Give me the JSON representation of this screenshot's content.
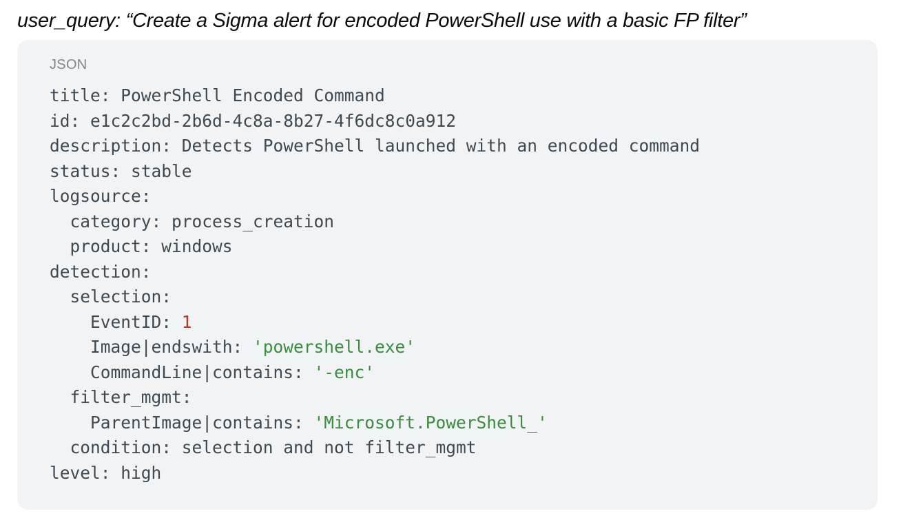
{
  "header": {
    "user_query": "user_query: “Create a Sigma alert for encoded PowerShell use with a basic FP filter”"
  },
  "code_block": {
    "language_label": "JSON",
    "colors": {
      "background": "#f1f3f4",
      "text": "#3e4a53",
      "label": "#80868b",
      "number": "#b3392b",
      "string": "#388e3c"
    },
    "lines": [
      {
        "segments": [
          {
            "text": "title: PowerShell Encoded Command",
            "type": "plain"
          }
        ]
      },
      {
        "segments": [
          {
            "text": "id: e1c2c2bd-2b6d-4c8a-8b27-4f6dc8c0a912",
            "type": "plain"
          }
        ]
      },
      {
        "segments": [
          {
            "text": "description: Detects PowerShell launched with an encoded command",
            "type": "plain"
          }
        ]
      },
      {
        "segments": [
          {
            "text": "status: stable",
            "type": "plain"
          }
        ]
      },
      {
        "segments": [
          {
            "text": "logsource:",
            "type": "plain"
          }
        ]
      },
      {
        "segments": [
          {
            "text": "  category: process_creation",
            "type": "plain"
          }
        ]
      },
      {
        "segments": [
          {
            "text": "  product: windows",
            "type": "plain"
          }
        ]
      },
      {
        "segments": [
          {
            "text": "detection:",
            "type": "plain"
          }
        ]
      },
      {
        "segments": [
          {
            "text": "  selection:",
            "type": "plain"
          }
        ]
      },
      {
        "segments": [
          {
            "text": "    EventID: ",
            "type": "plain"
          },
          {
            "text": "1",
            "type": "number"
          }
        ]
      },
      {
        "segments": [
          {
            "text": "    Image|endswith: ",
            "type": "plain"
          },
          {
            "text": "'powershell.exe'",
            "type": "string"
          }
        ]
      },
      {
        "segments": [
          {
            "text": "    CommandLine|contains: ",
            "type": "plain"
          },
          {
            "text": "'-enc'",
            "type": "string"
          }
        ]
      },
      {
        "segments": [
          {
            "text": "  filter_mgmt:",
            "type": "plain"
          }
        ]
      },
      {
        "segments": [
          {
            "text": "    ParentImage|contains: ",
            "type": "plain"
          },
          {
            "text": "'Microsoft.PowerShell_'",
            "type": "string"
          }
        ]
      },
      {
        "segments": [
          {
            "text": "  condition: selection and not filter_mgmt",
            "type": "plain"
          }
        ]
      },
      {
        "segments": [
          {
            "text": "level: high",
            "type": "plain"
          }
        ]
      }
    ]
  }
}
